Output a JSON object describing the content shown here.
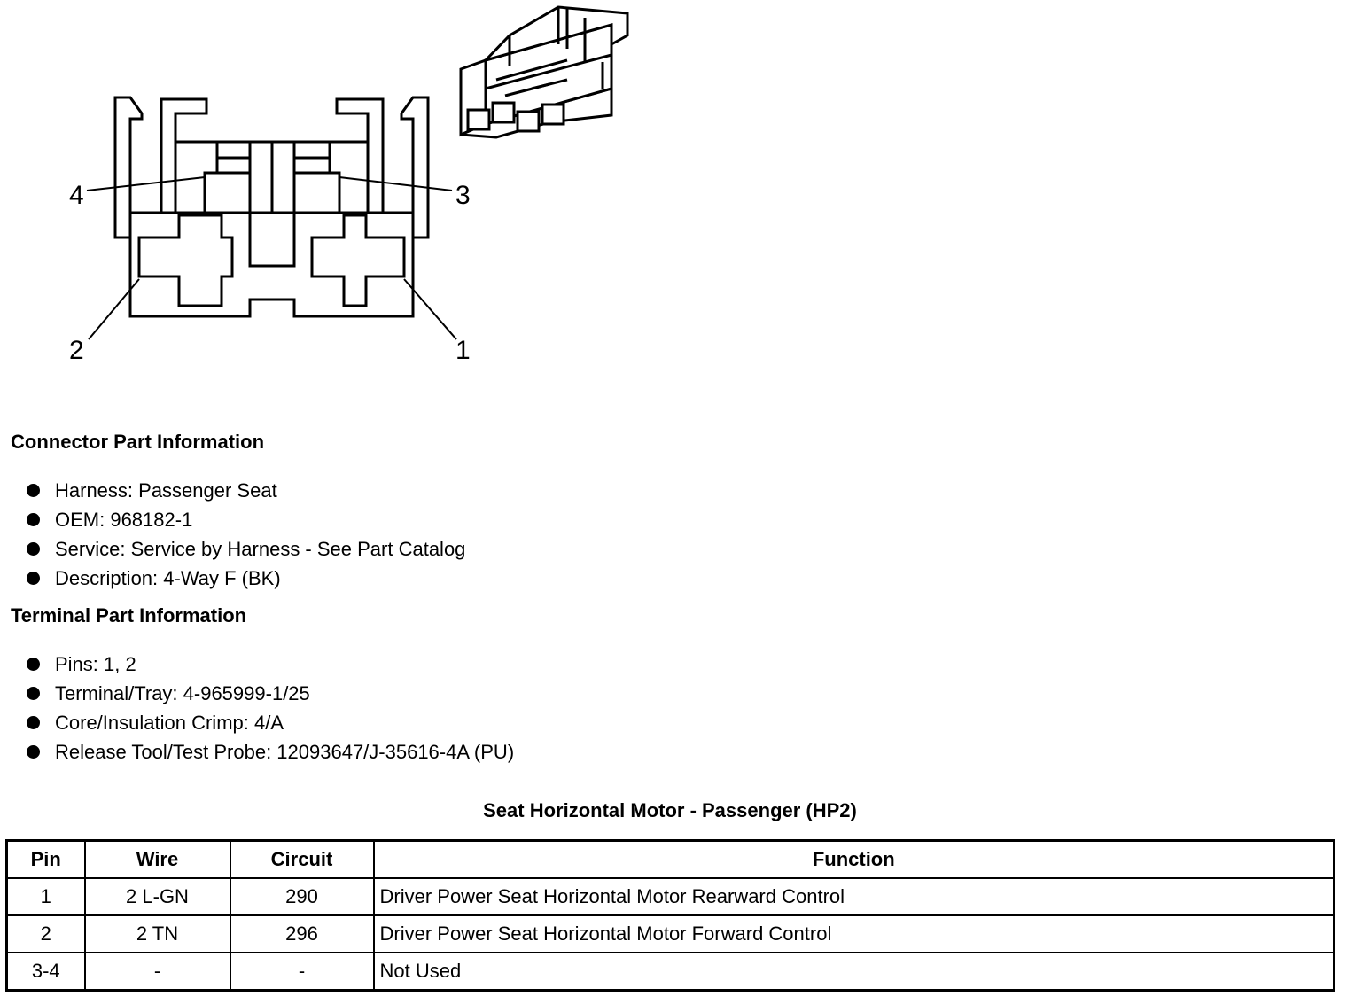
{
  "diagram": {
    "pin_labels": [
      "4",
      "3",
      "2",
      "1"
    ]
  },
  "connector_info": {
    "heading": "Connector Part Information",
    "items": [
      "Harness: Passenger Seat",
      "OEM: 968182-1",
      "Service: Service by Harness - See Part Catalog",
      "Description: 4-Way F (BK)"
    ]
  },
  "terminal_info": {
    "heading": "Terminal Part Information",
    "items": [
      "Pins: 1, 2",
      "Terminal/Tray: 4-965999-1/25",
      "Core/Insulation Crimp: 4/A",
      "Release Tool/Test Probe: 12093647/J-35616-4A (PU)"
    ]
  },
  "table": {
    "title": "Seat Horizontal Motor - Passenger (HP2)",
    "headers": [
      "Pin",
      "Wire",
      "Circuit",
      "Function"
    ],
    "rows": [
      [
        "1",
        "2 L-GN",
        "290",
        "Driver Power Seat Horizontal Motor Rearward Control"
      ],
      [
        "2",
        "2 TN",
        "296",
        "Driver Power Seat Horizontal Motor Forward Control"
      ],
      [
        "3-4",
        "-",
        "-",
        "Not Used"
      ]
    ]
  }
}
